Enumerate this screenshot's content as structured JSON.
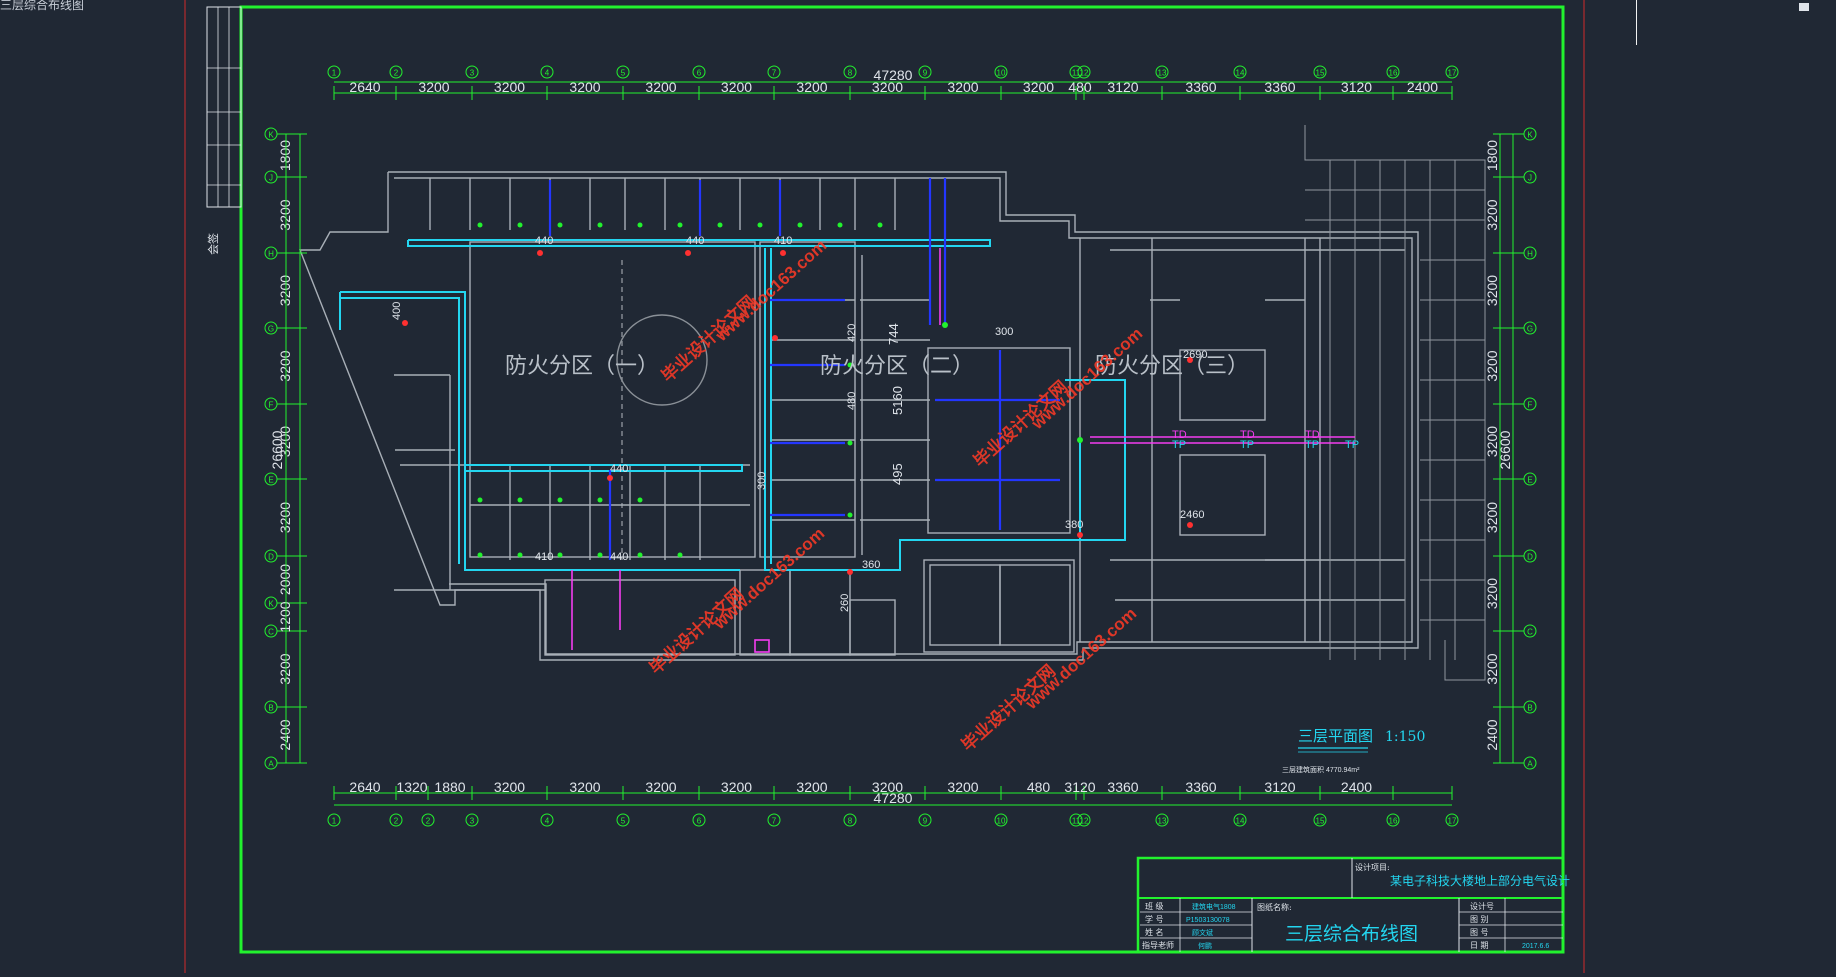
{
  "window": {
    "title": "三层综合布线图"
  },
  "drawing": {
    "overall_dim": "47280",
    "side_dim": "26600",
    "top_axes": [
      "1",
      "2",
      "3",
      "4",
      "5",
      "6",
      "7",
      "8",
      "9",
      "10",
      "11",
      "12",
      "13",
      "14",
      "15",
      "16",
      "17"
    ],
    "bottom_axes": [
      "1",
      "2",
      "2",
      "3",
      "4",
      "5",
      "6",
      "7",
      "8",
      "9",
      "10",
      "11",
      "12",
      "13",
      "14",
      "15",
      "16",
      "17"
    ],
    "top_spans": [
      "2640",
      "3200",
      "3200",
      "3200",
      "3200",
      "3200",
      "3200",
      "3200",
      "3200",
      "3200",
      "480",
      "3120",
      "3360",
      "3360",
      "3120",
      "2400"
    ],
    "bottom_spans": [
      "2640",
      "1320",
      "1880",
      "3200",
      "3200",
      "3200",
      "3200",
      "3200",
      "3200",
      "3200",
      "480",
      "3120",
      "3360",
      "3360",
      "3120",
      "2400"
    ],
    "left_axes": [
      "K",
      "J",
      "H",
      "G",
      "F",
      "E",
      "D",
      "K",
      "C",
      "B",
      "A"
    ],
    "right_axes": [
      "K",
      "J",
      "H",
      "G",
      "F",
      "E",
      "D",
      "C",
      "B",
      "A"
    ],
    "left_dims": [
      "1800",
      "3200",
      "3200",
      "3200",
      "3200",
      "3200",
      "2000",
      "1200",
      "3200",
      "2400"
    ],
    "right_dims": [
      "1800",
      "3200",
      "3200",
      "3200",
      "3200",
      "3200",
      "3200",
      "3200",
      "2400"
    ],
    "fire_zones": [
      "防火分区（一）",
      "防火分区（二）",
      "防火分区（三）"
    ],
    "plan_title": "三层平面图",
    "scale": "1:150",
    "area_note": "三层建筑面积 4770.94m²",
    "labels": {
      "l440a": "440",
      "l440b": "440",
      "l410a": "410",
      "l440c": "440",
      "l410b": "410",
      "l440d": "440",
      "l400": "400",
      "l744": "744",
      "l300a": "300",
      "l5160": "5160",
      "l495": "495",
      "l300b": "300",
      "l380": "380",
      "l360": "360",
      "l260": "260",
      "l2690": "2690",
      "l2460": "2460",
      "l420": "420",
      "l480": "480"
    },
    "tp_labels": [
      "TP",
      "TP",
      "TP",
      "TP",
      "TD",
      "TD",
      "TD"
    ],
    "watermarks": [
      "毕业设计论文网",
      "www.doc163.com"
    ]
  },
  "title_block": {
    "project_label": "设计项目:",
    "project_name": "某电子科技大楼地上部分电气设计",
    "drawing_label": "图纸名称:",
    "drawing_name": "三层综合布线图",
    "rows": [
      {
        "key": "班 级",
        "value": "建筑电气1808"
      },
      {
        "key": "学 号",
        "value": "P1503130078"
      },
      {
        "key": "姓 名",
        "value": "顾文斌"
      },
      {
        "key": "指导老师",
        "value": "何鹏"
      }
    ],
    "right_rows": [
      {
        "key": "设计号",
        "value": ""
      },
      {
        "key": "图 别",
        "value": ""
      },
      {
        "key": "图 号",
        "value": ""
      },
      {
        "key": "日 期",
        "value": "2017.6.6"
      }
    ]
  },
  "left_stamp": {
    "labels": [
      "会签"
    ]
  },
  "colors": {
    "background": "#202834",
    "green": "#22f22e",
    "cyan": "#23d6f0",
    "blue": "#2336ff",
    "magenta": "#f43cf0",
    "white": "#dfe4ea",
    "gray": "#a8afb7",
    "red": "#ff3030"
  }
}
